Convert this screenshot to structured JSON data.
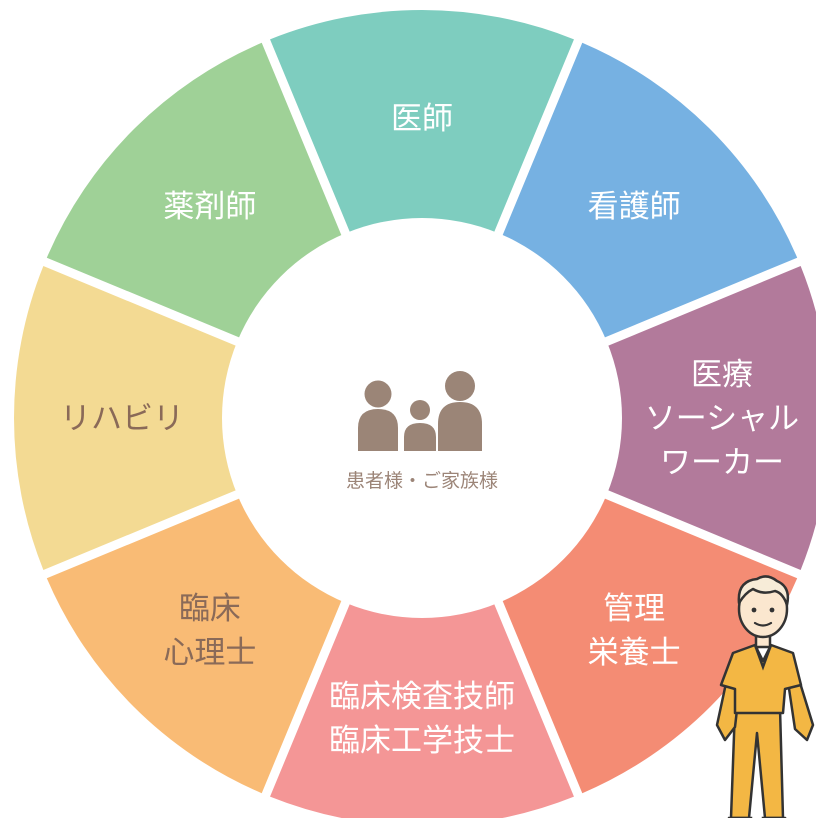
{
  "center": {
    "label": "患者様・ご家族様",
    "icon": "family-icon",
    "icon_color": "#9b8577"
  },
  "segments": [
    {
      "key": "doctor",
      "lines": [
        "医師"
      ],
      "color": "#7ecdbf",
      "text_color": "#ffffff"
    },
    {
      "key": "nurse",
      "lines": [
        "看護師"
      ],
      "color": "#76b1e2",
      "text_color": "#ffffff"
    },
    {
      "key": "social-worker",
      "lines": [
        "医療",
        "ソーシャル",
        "ワーカー"
      ],
      "color": "#b27a9b",
      "text_color": "#ffffff"
    },
    {
      "key": "dietitian",
      "lines": [
        "管理",
        "栄養士"
      ],
      "color": "#f48c74",
      "text_color": "#ffffff"
    },
    {
      "key": "lab-engineer",
      "lines": [
        "臨床検査技師",
        "臨床工学技士"
      ],
      "color": "#f49696",
      "text_color": "#ffffff"
    },
    {
      "key": "psychologist",
      "lines": [
        "臨床",
        "心理士"
      ],
      "color": "#f9bb75",
      "text_color": "#8a6a58"
    },
    {
      "key": "rehab",
      "lines": [
        "リハビリ"
      ],
      "color": "#f3da93",
      "text_color": "#8a6a58"
    },
    {
      "key": "pharmacist",
      "lines": [
        "薬剤師"
      ],
      "color": "#9fd197",
      "text_color": "#ffffff"
    }
  ],
  "illustration": {
    "icon": "staff-person-icon",
    "uniform_color": "#f3b744",
    "skin_color": "#fbe7cf",
    "hair_color": "#f7ecd8"
  }
}
